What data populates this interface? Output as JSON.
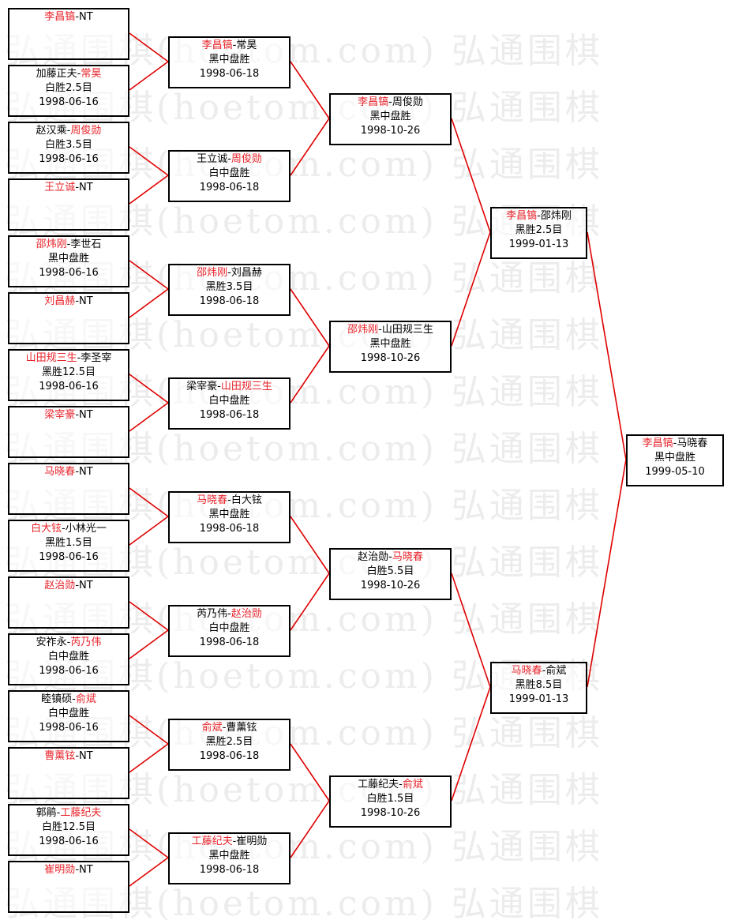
{
  "watermark": "弘通围棋(hoetom.com) 弘通围棋",
  "colors": {
    "winner": "#e8232a",
    "connector": "#e00000",
    "border": "#000000"
  },
  "rounds": [
    [
      {
        "p1": "李昌镐",
        "p2": "NT",
        "winner": 0,
        "result": "",
        "date": ""
      },
      {
        "p1": "加藤正夫",
        "p2": "常昊",
        "winner": 1,
        "result": "白胜2.5目",
        "date": "1998-06-16"
      },
      {
        "p1": "赵汉乘",
        "p2": "周俊勋",
        "winner": 1,
        "result": "白胜3.5目",
        "date": "1998-06-16"
      },
      {
        "p1": "王立诚",
        "p2": "NT",
        "winner": 0,
        "result": "",
        "date": ""
      },
      {
        "p1": "邵炜刚",
        "p2": "李世石",
        "winner": 0,
        "result": "黑中盘胜",
        "date": "1998-06-16"
      },
      {
        "p1": "刘昌赫",
        "p2": "NT",
        "winner": 0,
        "result": "",
        "date": ""
      },
      {
        "p1": "山田规三生",
        "p2": "李圣宰",
        "winner": 0,
        "result": "黑胜12.5目",
        "date": "1998-06-16"
      },
      {
        "p1": "梁宰豪",
        "p2": "NT",
        "winner": 0,
        "result": "",
        "date": ""
      },
      {
        "p1": "马晓春",
        "p2": "NT",
        "winner": 0,
        "result": "",
        "date": ""
      },
      {
        "p1": "白大铉",
        "p2": "小林光一",
        "winner": 0,
        "result": "黑胜1.5目",
        "date": "1998-06-16"
      },
      {
        "p1": "赵治勋",
        "p2": "NT",
        "winner": 0,
        "result": "",
        "date": ""
      },
      {
        "p1": "安祚永",
        "p2": "芮乃伟",
        "winner": 1,
        "result": "白中盘胜",
        "date": "1998-06-16"
      },
      {
        "p1": "睦镇硕",
        "p2": "俞斌",
        "winner": 1,
        "result": "白中盘胜",
        "date": "1998-06-16"
      },
      {
        "p1": "曹薰铉",
        "p2": "NT",
        "winner": 0,
        "result": "",
        "date": ""
      },
      {
        "p1": "郭鹃",
        "p2": "工藤纪夫",
        "winner": 1,
        "result": "白胜12.5目",
        "date": "1998-06-16"
      },
      {
        "p1": "崔明勋",
        "p2": "NT",
        "winner": 0,
        "result": "",
        "date": ""
      }
    ],
    [
      {
        "p1": "李昌镐",
        "p2": "常昊",
        "winner": 0,
        "result": "黑中盘胜",
        "date": "1998-06-18"
      },
      {
        "p1": "王立诚",
        "p2": "周俊勋",
        "winner": 1,
        "result": "白中盘胜",
        "date": "1998-06-18"
      },
      {
        "p1": "邵炜刚",
        "p2": "刘昌赫",
        "winner": 0,
        "result": "黑胜3.5目",
        "date": "1998-06-18"
      },
      {
        "p1": "梁宰豪",
        "p2": "山田规三生",
        "winner": 1,
        "result": "白中盘胜",
        "date": "1998-06-18"
      },
      {
        "p1": "马晓春",
        "p2": "白大铉",
        "winner": 0,
        "result": "黑中盘胜",
        "date": "1998-06-18"
      },
      {
        "p1": "芮乃伟",
        "p2": "赵治勋",
        "winner": 1,
        "result": "白中盘胜",
        "date": "1998-06-18"
      },
      {
        "p1": "俞斌",
        "p2": "曹薰铉",
        "winner": 0,
        "result": "黑胜2.5目",
        "date": "1998-06-18"
      },
      {
        "p1": "工藤纪夫",
        "p2": "崔明勋",
        "winner": 0,
        "result": "黑中盘胜",
        "date": "1998-06-18"
      }
    ],
    [
      {
        "p1": "李昌镐",
        "p2": "周俊勋",
        "winner": 0,
        "result": "黑中盘胜",
        "date": "1998-10-26"
      },
      {
        "p1": "邵炜刚",
        "p2": "山田规三生",
        "winner": 0,
        "result": "黑中盘胜",
        "date": "1998-10-26"
      },
      {
        "p1": "赵治勋",
        "p2": "马晓春",
        "winner": 1,
        "result": "白胜5.5目",
        "date": "1998-10-26"
      },
      {
        "p1": "工藤纪夫",
        "p2": "俞斌",
        "winner": 1,
        "result": "白胜1.5目",
        "date": "1998-10-26"
      }
    ],
    [
      {
        "p1": "李昌镐",
        "p2": "邵炜刚",
        "winner": 0,
        "result": "黑胜2.5目",
        "date": "1999-01-13"
      },
      {
        "p1": "马晓春",
        "p2": "俞斌",
        "winner": 0,
        "result": "黑胜8.5目",
        "date": "1999-01-13"
      }
    ],
    [
      {
        "p1": "李昌镐",
        "p2": "马晓春",
        "winner": 0,
        "result": "黑中盘胜",
        "date": "1999-05-10"
      }
    ]
  ]
}
